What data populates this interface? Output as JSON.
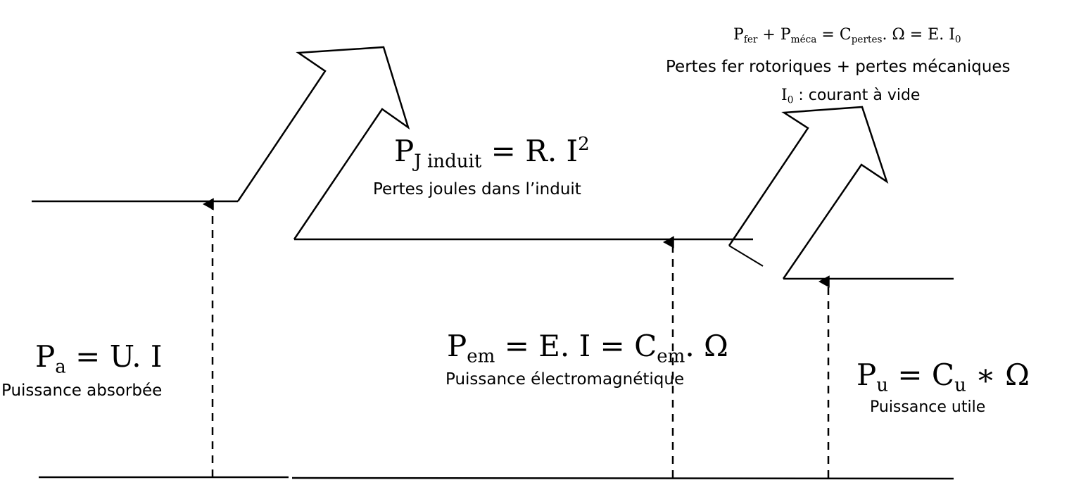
{
  "pa": {
    "symbol": "P",
    "sub": "a",
    "rhs": " = U. I",
    "caption": "Puissance absorbée"
  },
  "pj": {
    "symbol": "P",
    "sub": "J induit",
    "rhs": " = R. I",
    "sup": "2",
    "caption": "Pertes joules dans l’induit"
  },
  "pem": {
    "symbol": "P",
    "sub": "em",
    "rhs1": " = E. I = C",
    "sub2": "em",
    "rhs2": ". Ω",
    "caption": "Puissance électromagnétique"
  },
  "pu": {
    "symbol": "P",
    "sub": "u",
    "rhs1": " = C",
    "sub2": "u",
    "rhs2": " ∗ Ω",
    "caption": "Puissance utile"
  },
  "pfer": {
    "p1": "P",
    "s1": "fer",
    "t1": " + P",
    "s2": "méca",
    "t2": " = C",
    "s3": "pertes",
    "t3": ". Ω = E. I",
    "s4": "0",
    "caption": "Pertes fer rotoriques + pertes mécaniques",
    "i0_symbol": "I",
    "i0_sub": "0",
    "i0_caption": " : courant à vide"
  }
}
